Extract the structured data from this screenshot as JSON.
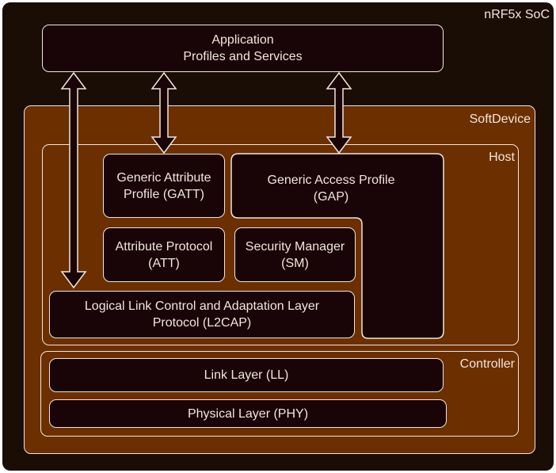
{
  "soc": {
    "label": "nRF5x SoC"
  },
  "application": {
    "line1": "Application",
    "line2": "Profiles and Services"
  },
  "softdevice": {
    "label": "SoftDevice"
  },
  "host": {
    "label": "Host",
    "gatt": {
      "line1": "Generic Attribute",
      "line2": "Profile (GATT)"
    },
    "gap": {
      "line1": "Generic Access Profile",
      "line2": "(GAP)"
    },
    "att": {
      "line1": "Attribute Protocol",
      "line2": "(ATT)"
    },
    "sm": {
      "line1": "Security Manager",
      "line2": "(SM)"
    },
    "l2cap": {
      "line1": "Logical Link Control and Adaptation Layer",
      "line2": "Protocol (L2CAP)"
    }
  },
  "controller": {
    "label": "Controller",
    "ll": {
      "label": "Link Layer (LL)"
    },
    "phy": {
      "label": "Physical Layer (PHY)"
    }
  },
  "colors": {
    "soc_fill": "#1a0d06",
    "softdevice_fill": "#6b2f00",
    "block_fill": "#190407",
    "border": "#f2e6dc"
  }
}
